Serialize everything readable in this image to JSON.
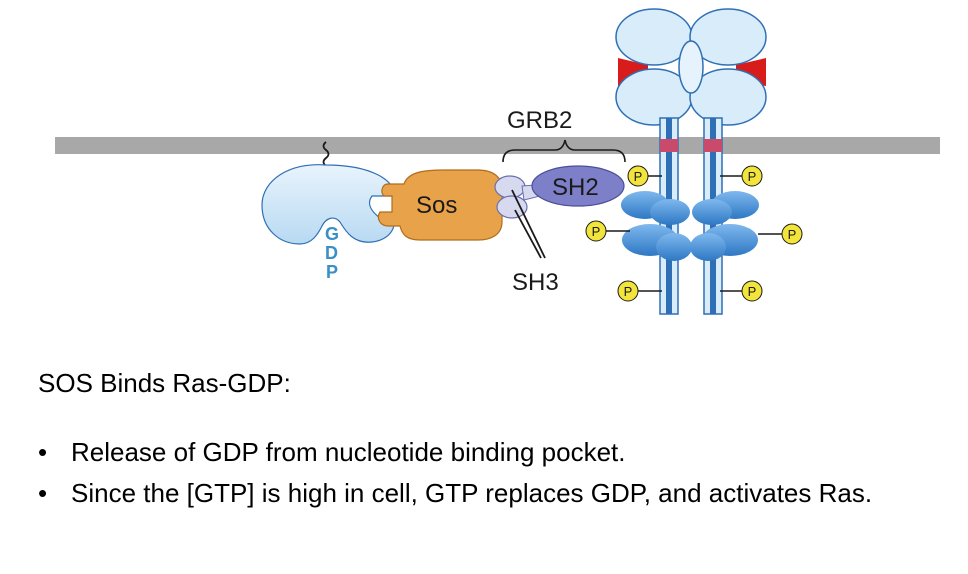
{
  "diagram": {
    "labels": {
      "grb2": "GRB2",
      "sos": "Sos",
      "sh2": "SH2",
      "sh3": "SH3",
      "gdp_g": "G",
      "gdp_d": "D",
      "gdp_p": "P",
      "phospho": "P"
    },
    "colors": {
      "membrane": "#a8a8a8",
      "ras": "#cfe6f7",
      "sos": "#e8a24a",
      "sh2": "#7d80c8",
      "sh3": "#d7daee",
      "receptor": "#2f6fb5",
      "receptor_domain": "#d8ecfa",
      "kinase": "#3f8fd8",
      "ligand": "#d81c1c",
      "phospho": "#f2e43a",
      "gdp_text": "#3a8fc8"
    }
  },
  "caption": "SOS Binds Ras-GDP:",
  "points": [
    "Release of GDP from nucleotide binding pocket.",
    "Since the [GTP] is high in cell, GTP replaces GDP, and activates Ras."
  ],
  "bullet": "•"
}
